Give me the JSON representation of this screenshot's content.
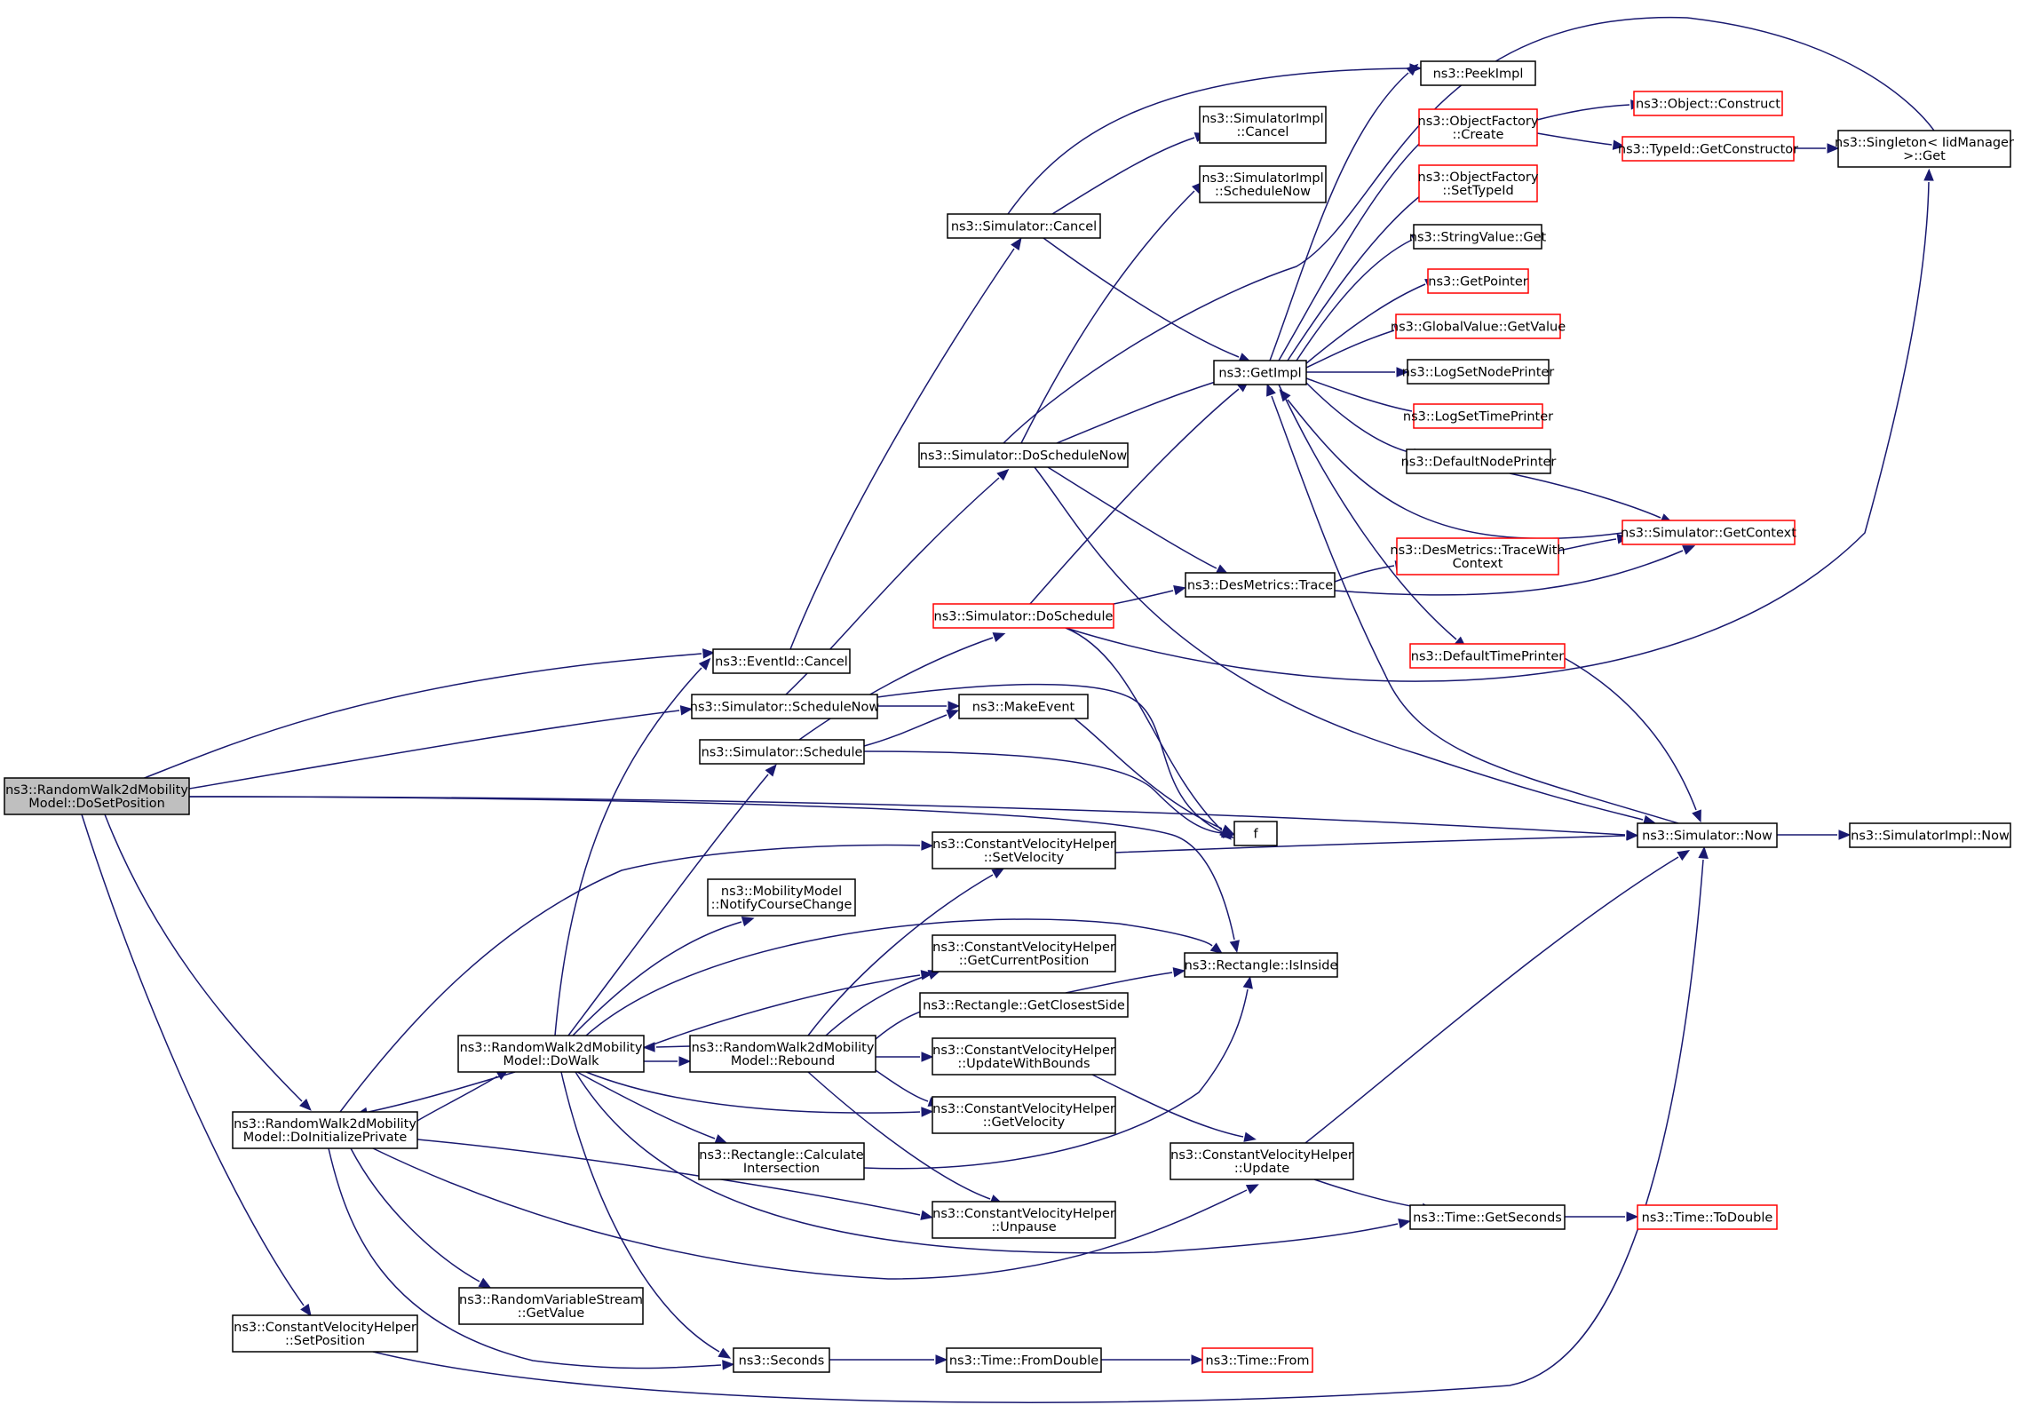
{
  "colors": {
    "edge": "#191970",
    "node_border": "#000000",
    "external_node_border": "#ff0000",
    "root_fill": "#bfbfbf",
    "background": "#ffffff"
  },
  "nodes": [
    {
      "id": "dosetposition",
      "lines": [
        "ns3::RandomWalk2dMobility",
        "Model::DoSetPosition"
      ],
      "style": "root"
    },
    {
      "id": "eventid-cancel",
      "lines": [
        "ns3::EventId::Cancel"
      ],
      "style": "normal"
    },
    {
      "id": "simulator-schedulenow",
      "lines": [
        "ns3::Simulator::ScheduleNow"
      ],
      "style": "normal"
    },
    {
      "id": "simulator-schedule",
      "lines": [
        "ns3::Simulator::Schedule"
      ],
      "style": "normal"
    },
    {
      "id": "doinitializeprivate",
      "lines": [
        "ns3::RandomWalk2dMobility",
        "Model::DoInitializePrivate"
      ],
      "style": "normal"
    },
    {
      "id": "dowalk",
      "lines": [
        "ns3::RandomWalk2dMobility",
        "Model::DoWalk"
      ],
      "style": "normal"
    },
    {
      "id": "rebound",
      "lines": [
        "ns3::RandomWalk2dMobility",
        "Model::Rebound"
      ],
      "style": "normal"
    },
    {
      "id": "cvh-setposition",
      "lines": [
        "ns3::ConstantVelocityHelper",
        "::SetPosition"
      ],
      "style": "normal"
    },
    {
      "id": "rvs-getvalue",
      "lines": [
        "ns3::RandomVariableStream",
        "::GetValue"
      ],
      "style": "normal"
    },
    {
      "id": "seconds",
      "lines": [
        "ns3::Seconds"
      ],
      "style": "normal"
    },
    {
      "id": "time-fromdouble",
      "lines": [
        "ns3::Time::FromDouble"
      ],
      "style": "normal"
    },
    {
      "id": "time-from",
      "lines": [
        "ns3::Time::From"
      ],
      "style": "red"
    },
    {
      "id": "simulator-cancel",
      "lines": [
        "ns3::Simulator::Cancel"
      ],
      "style": "normal"
    },
    {
      "id": "simulatorimpl-cancel",
      "lines": [
        "ns3::SimulatorImpl",
        "::Cancel"
      ],
      "style": "normal"
    },
    {
      "id": "simulatorimpl-schedulenow",
      "lines": [
        "ns3::SimulatorImpl",
        "::ScheduleNow"
      ],
      "style": "normal"
    },
    {
      "id": "simulator-doschedulenow",
      "lines": [
        "ns3::Simulator::DoScheduleNow"
      ],
      "style": "normal"
    },
    {
      "id": "simulator-doschedule",
      "lines": [
        "ns3::Simulator::DoSchedule"
      ],
      "style": "red"
    },
    {
      "id": "makeevent",
      "lines": [
        "ns3::MakeEvent"
      ],
      "style": "normal"
    },
    {
      "id": "f",
      "lines": [
        "f"
      ],
      "style": "normal"
    },
    {
      "id": "cvh-setvelocity",
      "lines": [
        "ns3::ConstantVelocityHelper",
        "::SetVelocity"
      ],
      "style": "normal"
    },
    {
      "id": "mm-notifycoursechange",
      "lines": [
        "ns3::MobilityModel",
        "::NotifyCourseChange"
      ],
      "style": "normal"
    },
    {
      "id": "cvh-getcurrentposition",
      "lines": [
        "ns3::ConstantVelocityHelper",
        "::GetCurrentPosition"
      ],
      "style": "normal"
    },
    {
      "id": "rect-getclosestside",
      "lines": [
        "ns3::Rectangle::GetClosestSide"
      ],
      "style": "normal"
    },
    {
      "id": "cvh-updatewithbounds",
      "lines": [
        "ns3::ConstantVelocityHelper",
        "::UpdateWithBounds"
      ],
      "style": "normal"
    },
    {
      "id": "cvh-getvelocity",
      "lines": [
        "ns3::ConstantVelocityHelper",
        "::GetVelocity"
      ],
      "style": "normal"
    },
    {
      "id": "rect-calculateintersection",
      "lines": [
        "ns3::Rectangle::Calculate",
        "Intersection"
      ],
      "style": "normal"
    },
    {
      "id": "cvh-unpause",
      "lines": [
        "ns3::ConstantVelocityHelper",
        "::Unpause"
      ],
      "style": "normal"
    },
    {
      "id": "rect-isinside",
      "lines": [
        "ns3::Rectangle::IsInside"
      ],
      "style": "normal"
    },
    {
      "id": "cvh-update",
      "lines": [
        "ns3::ConstantVelocityHelper",
        "::Update"
      ],
      "style": "normal"
    },
    {
      "id": "time-getseconds",
      "lines": [
        "ns3::Time::GetSeconds"
      ],
      "style": "normal"
    },
    {
      "id": "time-todouble",
      "lines": [
        "ns3::Time::ToDouble"
      ],
      "style": "red"
    },
    {
      "id": "getimpl",
      "lines": [
        "ns3::GetImpl"
      ],
      "style": "normal"
    },
    {
      "id": "desmetrics-trace",
      "lines": [
        "ns3::DesMetrics::Trace"
      ],
      "style": "normal"
    },
    {
      "id": "desmetrics-tracewithcontext",
      "lines": [
        "ns3::DesMetrics::TraceWith",
        "Context"
      ],
      "style": "red"
    },
    {
      "id": "defaulttimeprinter",
      "lines": [
        "ns3::DefaultTimePrinter"
      ],
      "style": "red"
    },
    {
      "id": "simulator-now",
      "lines": [
        "ns3::Simulator::Now"
      ],
      "style": "normal"
    },
    {
      "id": "simulatorimpl-now",
      "lines": [
        "ns3::SimulatorImpl::Now"
      ],
      "style": "normal"
    },
    {
      "id": "peekimpl",
      "lines": [
        "ns3::PeekImpl"
      ],
      "style": "normal"
    },
    {
      "id": "objectfactory-create",
      "lines": [
        "ns3::ObjectFactory",
        "::Create"
      ],
      "style": "red"
    },
    {
      "id": "objectfactory-settypeid",
      "lines": [
        "ns3::ObjectFactory",
        "::SetTypeId"
      ],
      "style": "red"
    },
    {
      "id": "stringvalue-get",
      "lines": [
        "ns3::StringValue::Get"
      ],
      "style": "normal"
    },
    {
      "id": "getpointer",
      "lines": [
        "ns3::GetPointer"
      ],
      "style": "red"
    },
    {
      "id": "globalvalue-getvalue",
      "lines": [
        "ns3::GlobalValue::GetValue"
      ],
      "style": "red"
    },
    {
      "id": "logsetnodeprinter",
      "lines": [
        "ns3::LogSetNodePrinter"
      ],
      "style": "normal"
    },
    {
      "id": "logsettimeprinter",
      "lines": [
        "ns3::LogSetTimePrinter"
      ],
      "style": "red"
    },
    {
      "id": "defaultnodeprinter",
      "lines": [
        "ns3::DefaultNodePrinter"
      ],
      "style": "normal"
    },
    {
      "id": "simulator-getcontext",
      "lines": [
        "ns3::Simulator::GetContext"
      ],
      "style": "red"
    },
    {
      "id": "object-construct",
      "lines": [
        "ns3::Object::Construct"
      ],
      "style": "red"
    },
    {
      "id": "typeid-getconstructor",
      "lines": [
        "ns3::TypeId::GetConstructor"
      ],
      "style": "red"
    },
    {
      "id": "singleton-get",
      "lines": [
        "ns3::Singleton< IidManager",
        " >::Get"
      ],
      "style": "normal"
    }
  ]
}
